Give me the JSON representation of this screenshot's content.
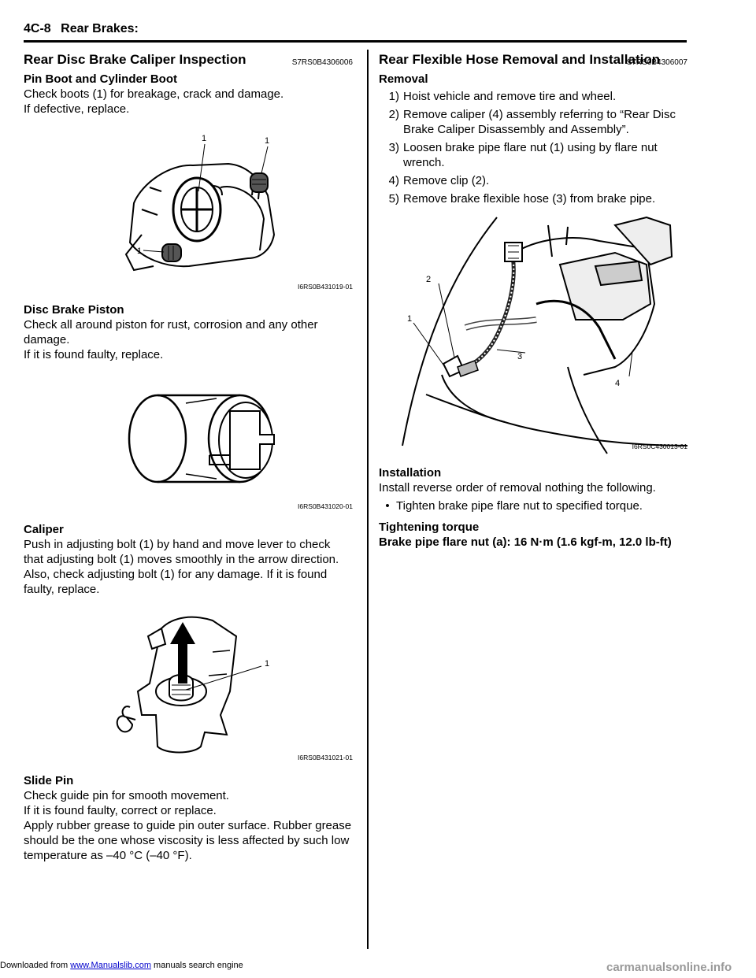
{
  "header": {
    "page_number": "4C-8",
    "section": "Rear Brakes:"
  },
  "left": {
    "title": "Rear Disc Brake Caliper Inspection",
    "code": "S7RS0B4306006",
    "boot": {
      "heading": "Pin Boot and Cylinder Boot",
      "lines": [
        "Check boots (1) for breakage, crack and damage.",
        "If defective, replace."
      ],
      "figure": {
        "labels": [
          "1",
          "1",
          "1"
        ],
        "caption": "I6RS0B431019-01"
      }
    },
    "piston": {
      "heading": "Disc Brake Piston",
      "lines": [
        "Check all around piston for rust, corrosion and any other damage.",
        "If it is found faulty, replace."
      ],
      "figure": {
        "caption": "I6RS0B431020-01"
      }
    },
    "caliper": {
      "heading": "Caliper",
      "lines": [
        "Push in adjusting bolt (1) by hand and move lever to check that adjusting bolt (1) moves smoothly in the arrow direction.",
        "Also, check adjusting bolt (1) for any damage. If it is found faulty, replace."
      ],
      "figure": {
        "labels": [
          "1"
        ],
        "caption": "I6RS0B431021-01"
      }
    },
    "slide": {
      "heading": "Slide Pin",
      "lines": [
        "Check guide pin for smooth movement.",
        "If it is found faulty, correct or replace.",
        "Apply rubber grease to guide pin outer surface. Rubber grease should be the one whose viscosity is less affected by such low temperature as –40 °C (–40 °F)."
      ]
    }
  },
  "right": {
    "title": "Rear Flexible Hose Removal and Installation",
    "code": "S7RS0B4306007",
    "removal": {
      "heading": "Removal",
      "steps": [
        {
          "n": "1)",
          "text": "Hoist vehicle and remove tire and wheel."
        },
        {
          "n": "2)",
          "text": "Remove caliper (4) assembly referring to “Rear Disc Brake Caliper Disassembly and Assembly”."
        },
        {
          "n": "3)",
          "text": "Loosen brake pipe flare nut (1) using by flare nut wrench."
        },
        {
          "n": "4)",
          "text": "Remove clip (2)."
        },
        {
          "n": "5)",
          "text": "Remove brake flexible hose (3) from brake pipe."
        }
      ],
      "figure": {
        "labels": [
          "2",
          "1",
          "3",
          "4"
        ],
        "caption": "I6RS0C430013-01"
      }
    },
    "installation": {
      "heading": "Installation",
      "line": "Install reverse order of removal nothing the following.",
      "bullet": "Tighten brake pipe flare nut to specified torque.",
      "torque_heading": "Tightening torque",
      "torque_value": "Brake pipe flare nut (a): 16 N·m (1.6 kgf-m, 12.0 lb-ft)"
    }
  },
  "footer": {
    "prefix": "Downloaded from ",
    "link": "www.Manualslib.com",
    "suffix": " manuals search engine",
    "watermark": "carmanualsonline.info"
  }
}
